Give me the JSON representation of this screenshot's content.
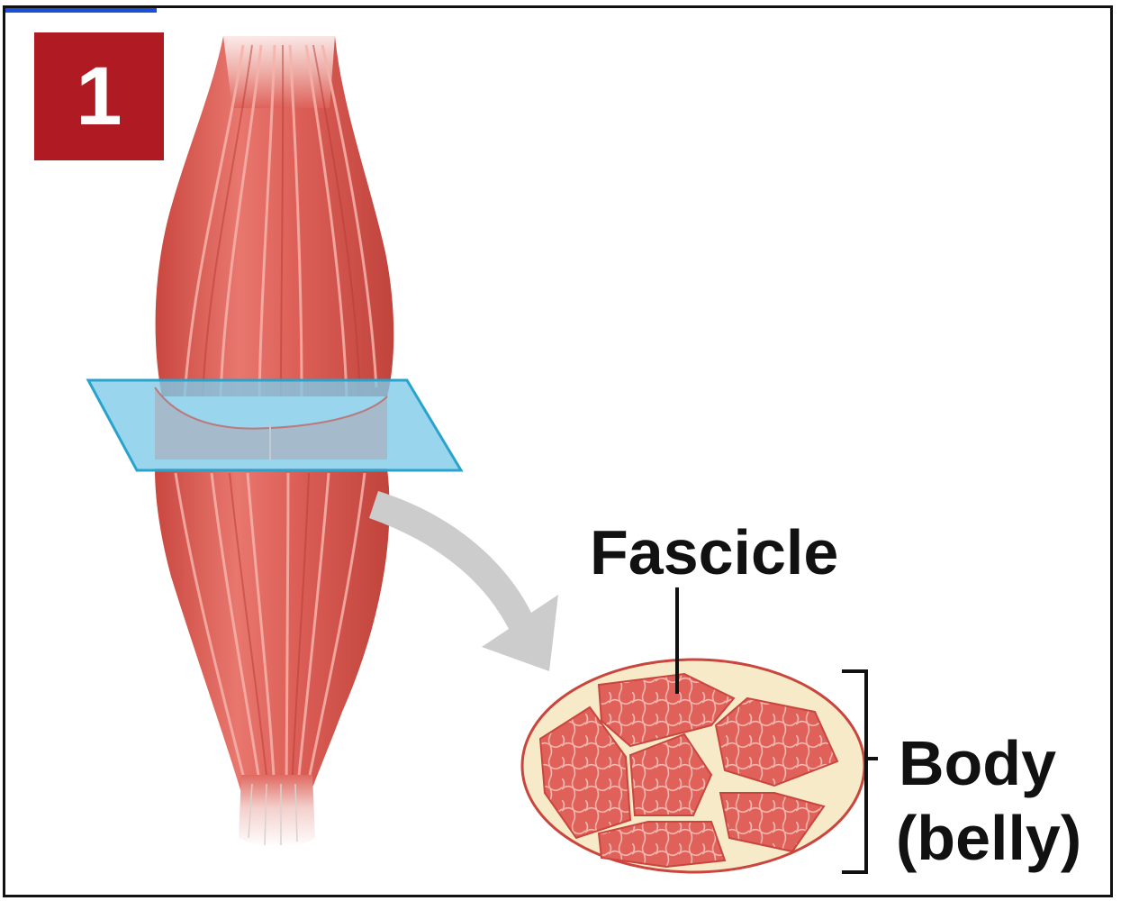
{
  "step": {
    "number": "1"
  },
  "labels": {
    "fascicle": "Fascicle",
    "body": "Body",
    "belly": "(belly)"
  },
  "colors": {
    "badge": "#b01a23",
    "muscle": "#d95a52",
    "muscle_highlight": "#f2a39b",
    "tendon": "#e9e5e3",
    "plane": "#7fcbe8",
    "plane_edge": "#2aa3cc",
    "arrow": "#cccccc",
    "perimysium": "#f7eac8",
    "epimysium": "#c9453d",
    "fascicle_fill": "#e0615a"
  }
}
